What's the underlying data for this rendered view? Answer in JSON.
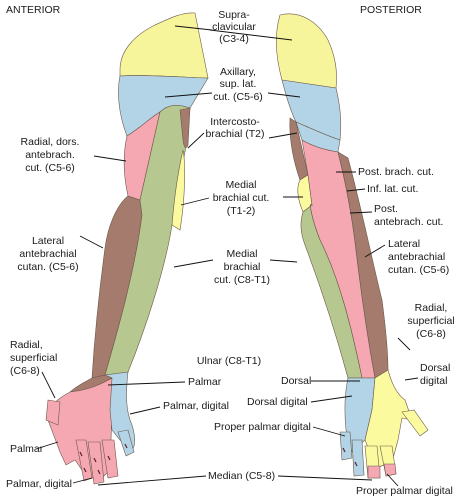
{
  "views": {
    "anterior": "ANTERIOR",
    "posterior": "POSTERIOR"
  },
  "colors": {
    "supraclavicular": "#f7f59b",
    "axillary": "#b3d3e6",
    "intercostobrachial": "#f7f59b",
    "radial": "#f5a8b2",
    "medial_brachial": "#fbfa9e",
    "medial_antebrachial": "#b6c890",
    "lateral_antebrachial": "#a57b6d",
    "ulnar": "#b3d3e6",
    "median": "#f5a8b2",
    "radial_superficial": "#fbfa9e"
  },
  "labels": {
    "supraclavicular": [
      "Supra-",
      "clavicular",
      "(C3-4)"
    ],
    "axillary": [
      "Axillary,",
      "sup. lat.",
      "cut. (C5-6)"
    ],
    "intercostobrachial": [
      "Intercosto-",
      "brachial (T2)"
    ],
    "radial_dors_antebrach": [
      "Radial, dors.",
      "antebrach.",
      "cut. (C5-6)"
    ],
    "medial_brachial": [
      "Medial",
      "brachial cut.",
      "(T1-2)"
    ],
    "lateral_antebrachial_left": [
      "Lateral",
      "antebrachial",
      "cutan. (C5-6)"
    ],
    "medial_antebrachial": [
      "Medial",
      "brachial",
      "cut. (C8-T1)"
    ],
    "post_brach_cut": [
      "Post. brach. cut."
    ],
    "inf_lat_cut": [
      "Inf. lat. cut."
    ],
    "post_antebrach_cut": [
      "Post.",
      "antebrach. cut."
    ],
    "lateral_antebrachial_right": [
      "Lateral",
      "antebrachial",
      "cutan. (C5-6)"
    ],
    "radial_superficial_left": [
      "Radial,",
      "superficial",
      "(C6-8)"
    ],
    "radial_superficial_right": [
      "Radial,",
      "superficial",
      "(C6-8)"
    ],
    "ulnar": [
      "Ulnar (C8-T1)"
    ],
    "palmar_ulnar": [
      "Palmar"
    ],
    "dorsal": [
      "Dorsal"
    ],
    "palmar_digital_ulnar": [
      "Palmar, digital"
    ],
    "dorsal_digital_ulnar": [
      "Dorsal digital"
    ],
    "dorsal_digital_radial": [
      "Dorsal",
      "digital"
    ],
    "proper_palmar_digital_ulnar": [
      "Proper palmar digital"
    ],
    "palmar_median": [
      "Palmar"
    ],
    "palmar_digital_median": [
      "Palmar, digital"
    ],
    "median": [
      "Median (C5-8)"
    ],
    "proper_palmar_digital_median": [
      "Proper palmar digital"
    ]
  }
}
